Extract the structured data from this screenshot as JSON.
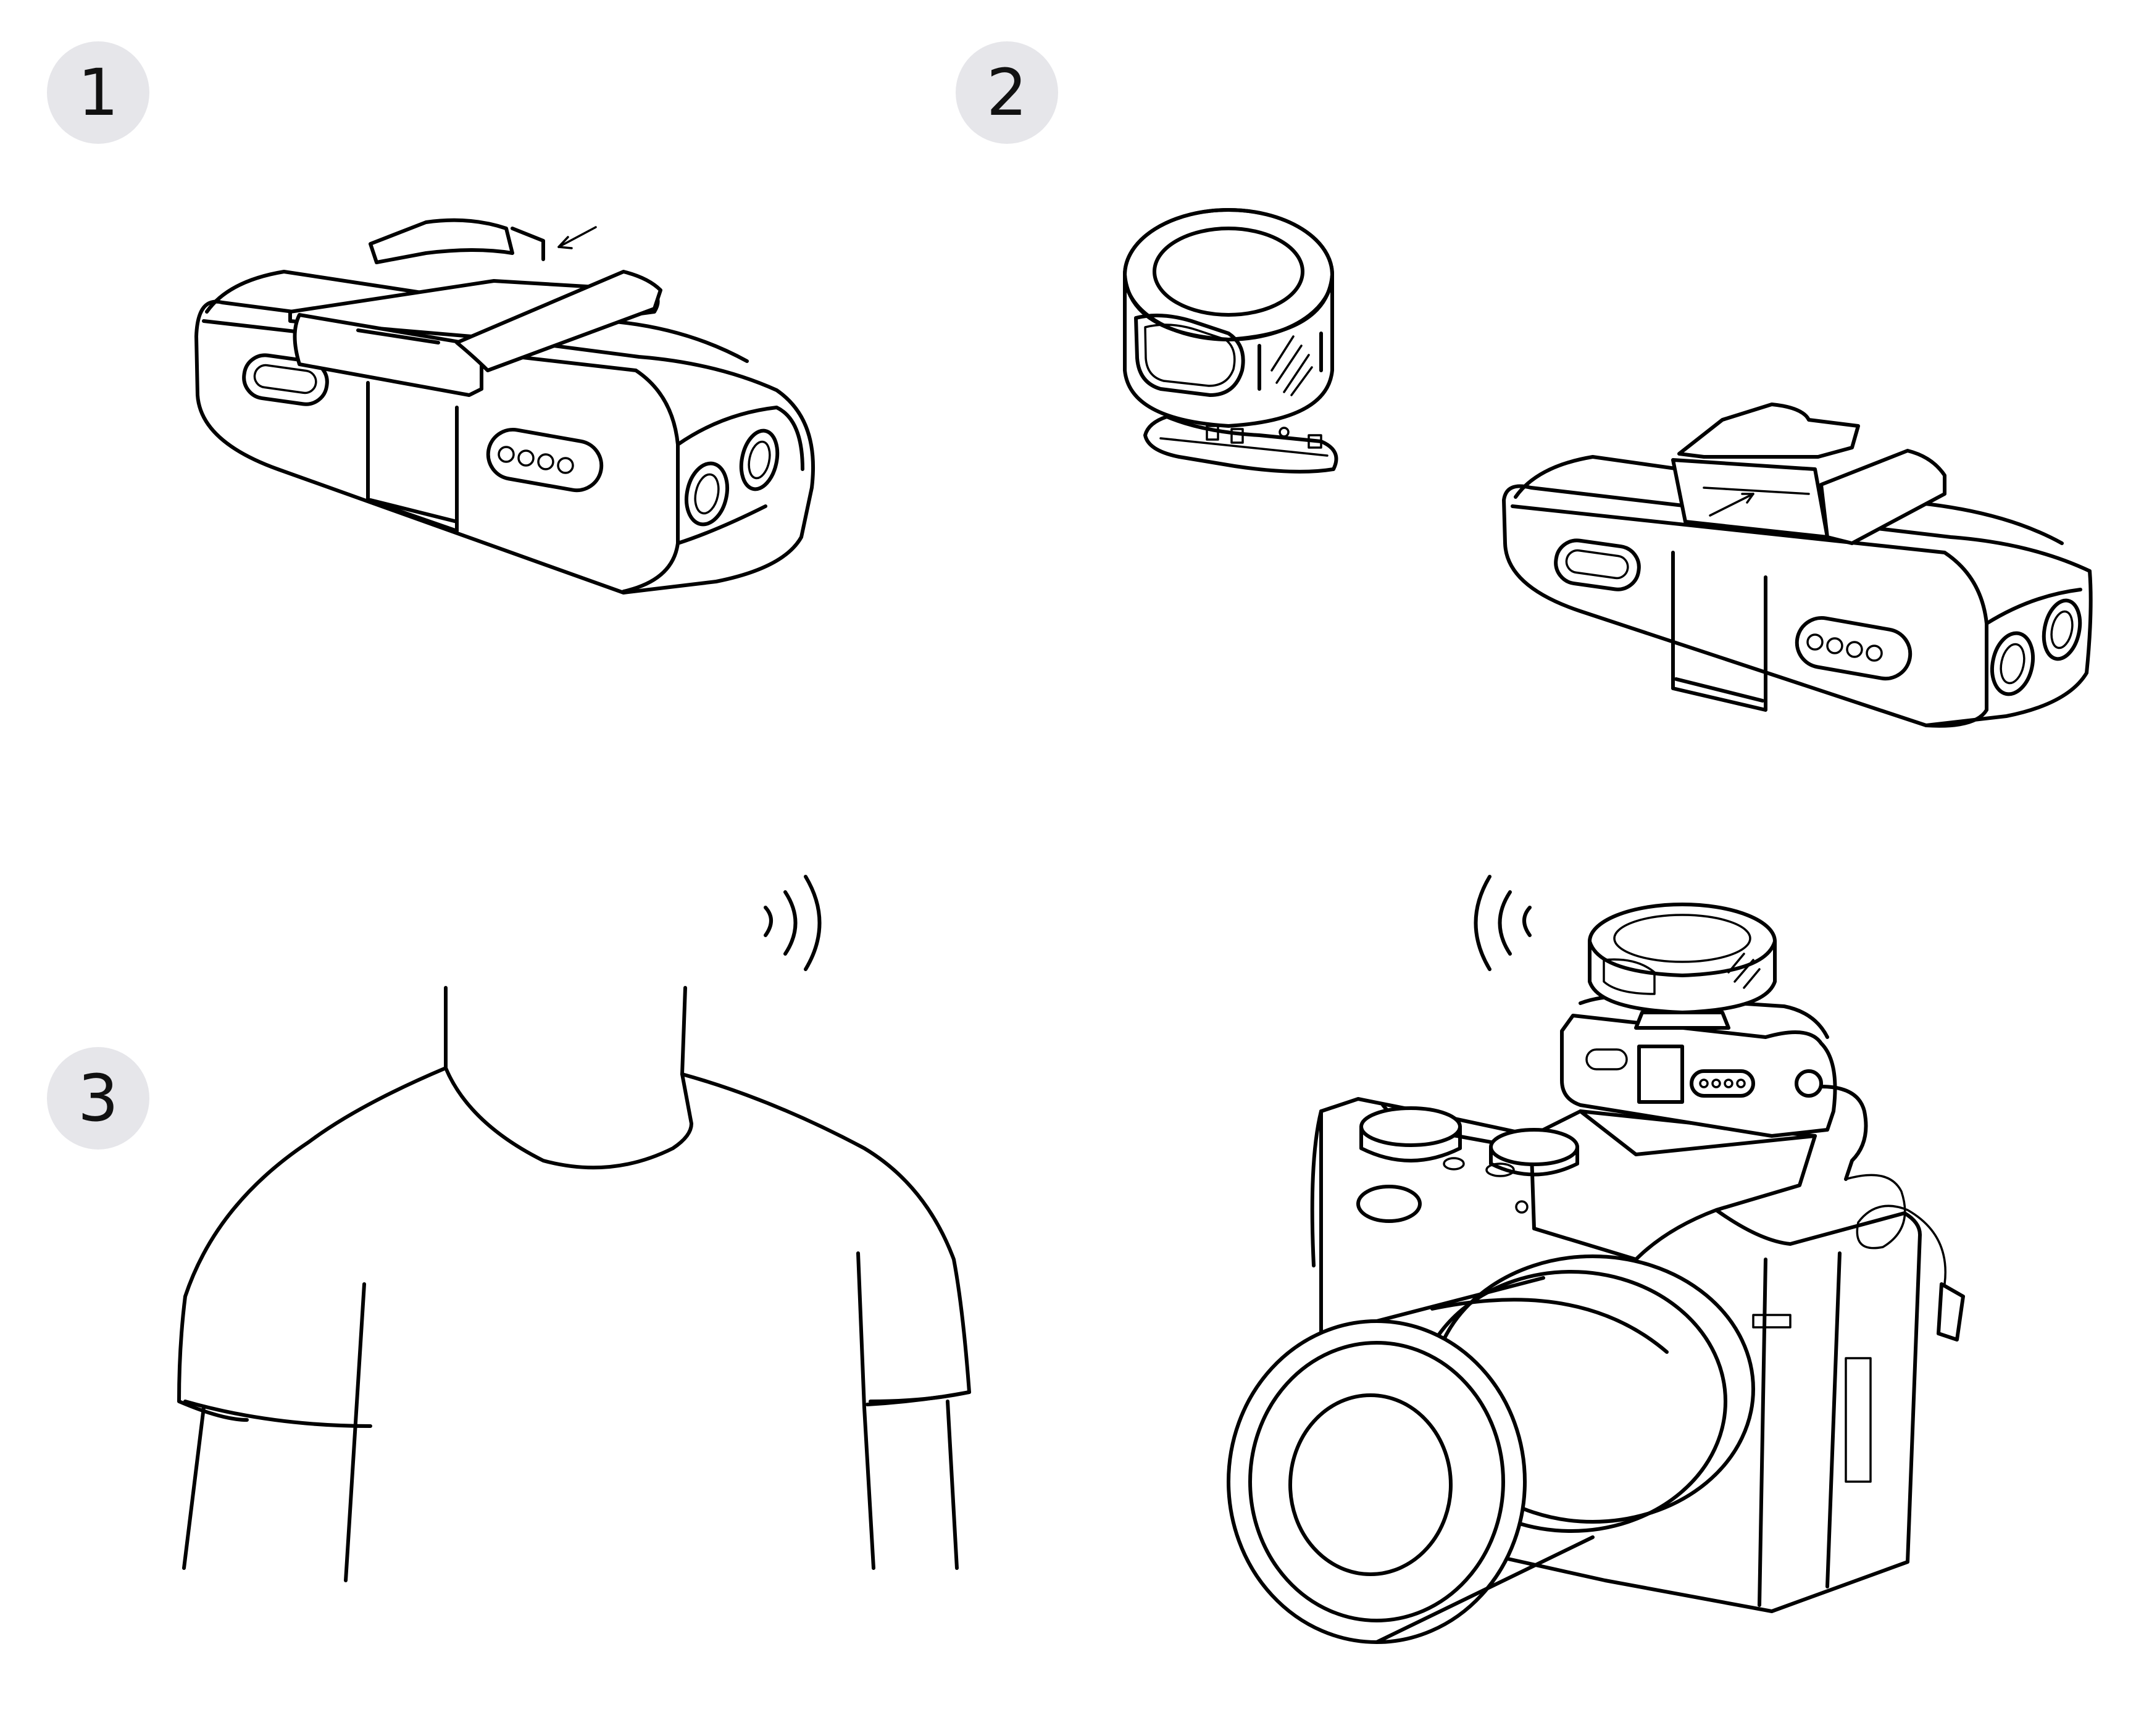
{
  "steps": [
    {
      "number": "1"
    },
    {
      "number": "2"
    },
    {
      "number": "3"
    }
  ],
  "colors": {
    "badge_fill": "#e6e6ea",
    "line": "#000000",
    "background": "#ffffff"
  },
  "icons": {
    "step1": "receiver-unit-icon",
    "step2a": "transmitter-clip-icon",
    "step2b": "receiver-unit-icon",
    "step3a": "person-torso-icon",
    "step3b": "camera-with-mic-icon",
    "signal_out": "wireless-signal-icon",
    "signal_in": "wireless-signal-icon"
  }
}
